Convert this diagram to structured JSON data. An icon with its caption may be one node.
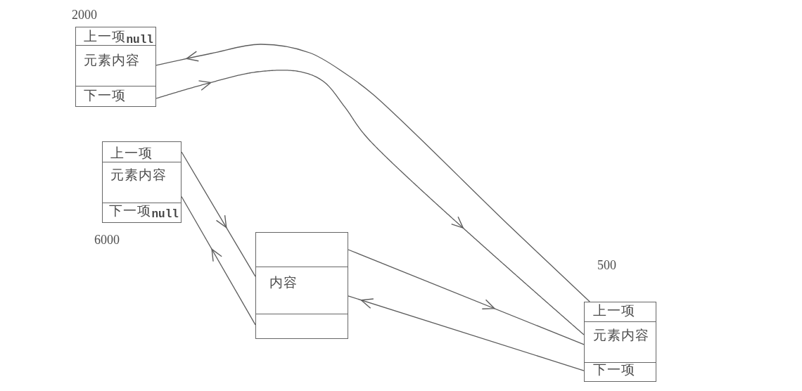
{
  "diagram": {
    "nodes": [
      {
        "text": [],
        "shape": "box",
        "beside": [
          "2000"
        ]
      },
      {
        "text": [
          "上一项",
          "null"
        ],
        "in": 0
      },
      {
        "text": [
          "元素内容"
        ],
        "in": 0
      },
      {
        "text": [
          "下一项"
        ],
        "in": 0
      },
      {
        "text": [],
        "shape": "box",
        "beside": [
          "6000"
        ]
      },
      {
        "text": [
          "上一项"
        ],
        "in": 4
      },
      {
        "text": [
          "元素内容"
        ],
        "in": 4
      },
      {
        "text": [
          "下一项",
          "null"
        ],
        "in": 4
      },
      {
        "text": [],
        "shape": "box"
      },
      {
        "text": [],
        "shape": "box",
        "in": 8
      },
      {
        "text": [
          "内容"
        ],
        "in": 8
      },
      {
        "text": [],
        "shape": "box",
        "in": 8
      },
      {
        "text": [],
        "shape": "box",
        "beside": [
          "500"
        ]
      },
      {
        "text": [
          "上一项"
        ],
        "in": 12
      },
      {
        "text": [
          "元素内容"
        ],
        "in": 12
      },
      {
        "text": [
          "下一项"
        ],
        "in": 12
      }
    ],
    "edges": [
      {
        "from": 13,
        "to": 2,
        "arrow": "to"
      },
      {
        "from": 3,
        "to": 14,
        "arrow": "to"
      },
      {
        "from": 5,
        "to": 10,
        "arrow": "to"
      },
      {
        "from": 11,
        "to": 6,
        "arrow": "to"
      },
      {
        "from": 9,
        "to": 14,
        "arrow": "to"
      },
      {
        "from": 15,
        "to": 10,
        "arrow": "to"
      }
    ]
  }
}
